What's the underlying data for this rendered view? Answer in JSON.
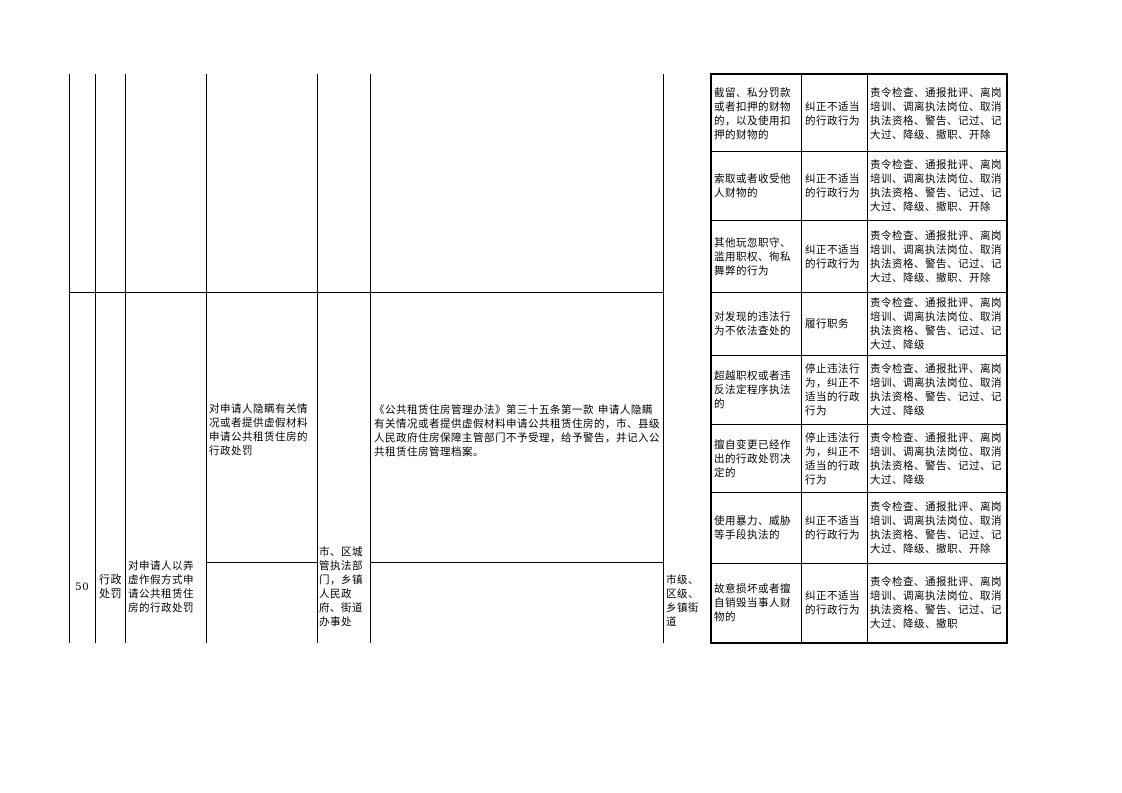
{
  "top_rows": [
    {
      "conduct": "截留、私分罚款或者扣押的财物的，以及使用扣押的财物的",
      "type": "纠正不适当的行政行为",
      "liability": "责令检查、通报批评、离岗培训、调离执法岗位、取消执法资格、警告、记过、记大过、降级、撤职、开除"
    },
    {
      "conduct": "索取或者收受他人财物的",
      "type": "纠正不适当的行政行为",
      "liability": "责令检查、通报批评、离岗培训、调离执法岗位、取消执法资格、警告、记过、记大过、降级、撤职、开除"
    },
    {
      "conduct": "其他玩忽职守、滥用职权、徇私舞弊的行为",
      "type": "纠正不适当的行政行为",
      "liability": "责令检查、通报批评、离岗培训、调离执法岗位、取消执法资格、警告、记过、记大过、降级、撤职、开除"
    }
  ],
  "item50": {
    "number": "50",
    "category": "行政处罚",
    "name": "对申请人以弄虚作假方式申请公共租赁住房的行政处罚",
    "sub_item": "对申请人隐瞒有关情况或者提供虚假材料申请公共租赁住房的行政处罚",
    "subject": "市、区城管执法部门，乡镇人民政府、街道办事处",
    "basis": "《公共租赁住房管理办法》第三十五条第一款 申请人隐瞒有关情况或者提供虚假材料申请公共租赁住房的，市、县级人民政府住房保障主管部门不予受理，给予警告，并记入公共租赁住房管理档案。",
    "level": "市级、区级、乡镇街道",
    "rows": [
      {
        "conduct": "对发现的违法行为不依法查处的",
        "type": "履行职务",
        "liability": "责令检查、通报批评、离岗培训、调离执法岗位、取消执法资格、警告、记过、记大过、降级"
      },
      {
        "conduct": "超越职权或者违反法定程序执法的",
        "type": "停止违法行为，纠正不适当的行政行为",
        "liability": "责令检查、通报批评、离岗培训、调离执法岗位、取消执法资格、警告、记过、记大过、降级"
      },
      {
        "conduct": "擅自变更已经作出的行政处罚决定的",
        "type": "停止违法行为，纠正不适当的行政行为",
        "liability": "责令检查、通报批评、离岗培训、调离执法岗位、取消执法资格、警告、记过、记大过、降级"
      },
      {
        "conduct": "使用暴力、威胁等手段执法的",
        "type": "纠正不适当的行政行为",
        "liability": "责令检查、通报批评、离岗培训、调离执法岗位、取消执法资格、警告、记过、记大过、降级、撤职、开除"
      },
      {
        "conduct": "故意损坏或者擅自销毁当事人财物的",
        "type": "纠正不适当的行政行为",
        "liability": "责令检查、通报批评、离岗培训、调离执法岗位、取消执法资格、警告、记过、记大过、降级、撤职"
      }
    ]
  }
}
